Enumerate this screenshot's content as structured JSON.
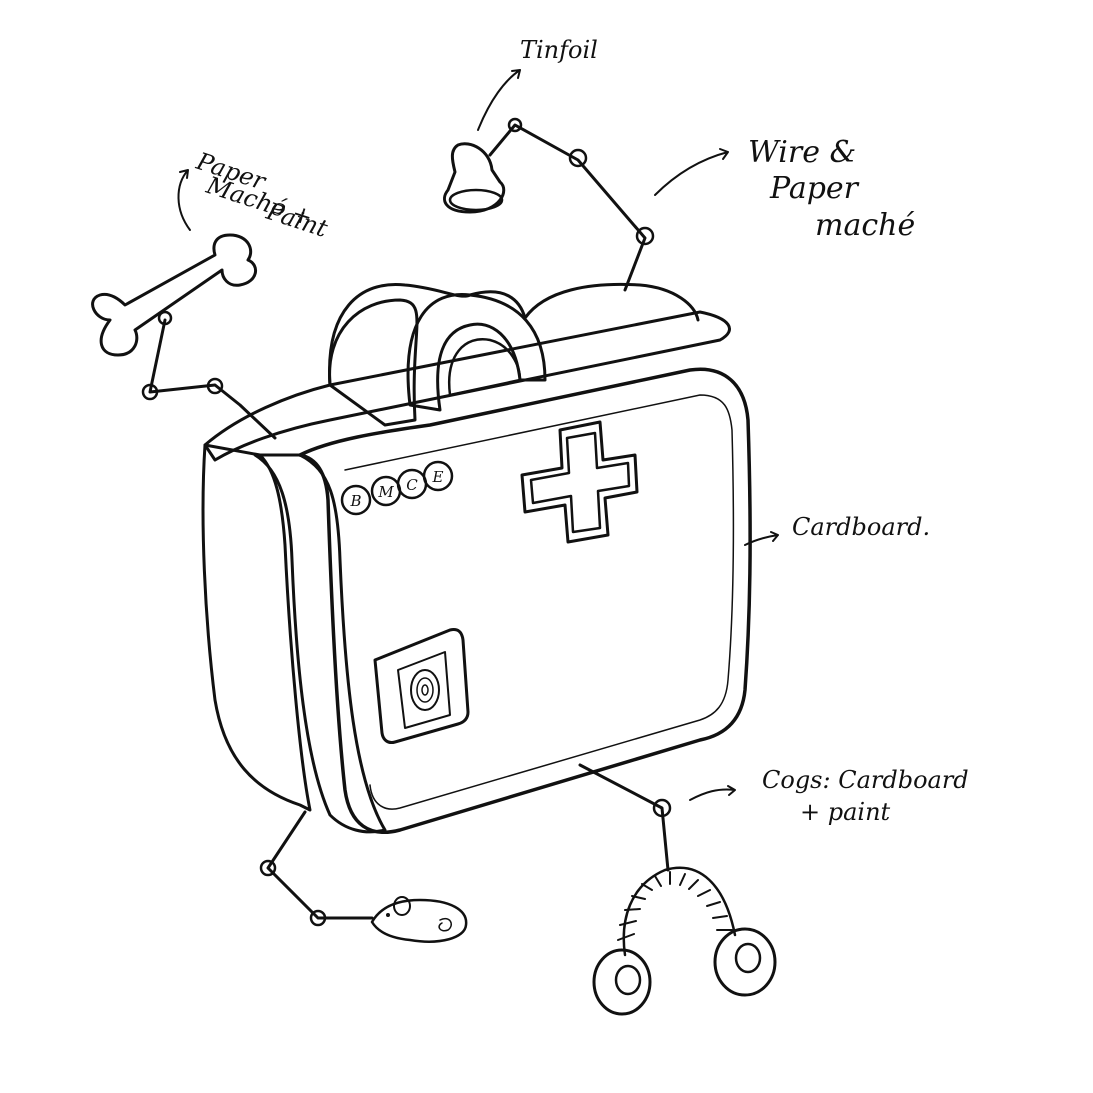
{
  "labels": {
    "tinfoil": "Tinfoil",
    "paper_mache_paint": [
      "Paper",
      "Maché +",
      "Paint"
    ],
    "wire_paper_mache": [
      "Wire &",
      "Paper",
      "maché"
    ],
    "cardboard": "Cardboard.",
    "cogs": [
      "Cogs: Cardboard",
      "+ paint"
    ]
  },
  "case_letters": [
    "B",
    "M",
    "C",
    "E"
  ],
  "colors": {
    "ink": "#111111",
    "paper": "#ffffff"
  }
}
